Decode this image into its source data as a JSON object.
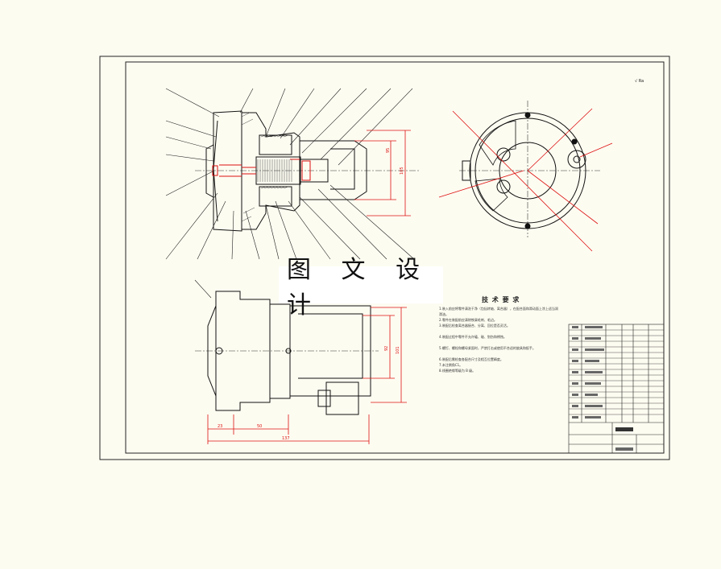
{
  "watermark": {
    "text": "图 文 设 计"
  },
  "drawing": {
    "scale_note": "√ Ra",
    "technical_requirements": {
      "title": "技 术 要 求",
      "items": [
        "1.装入前应将零件清洗干净（包括转轴、离合器），在配合面和滑动面上涂上适当润滑油。",
        "2.零件在装配前应清除铁屑毛刺、毛边。",
        "3.装配后检查离合器接合、分离、回位是否灵活。",
        "4.装配过程中零件不允许磕、碰、划伤和锈蚀。",
        "5.螺钉、螺栓和螺母紧固时，严禁打击或使用不合适的旋具和扳手。",
        "6.装配后需检查各配合尺寸及相互位置精度。",
        "7.未注倒角C1。",
        "8.线圈绝缘等级为 B 级。"
      ]
    },
    "dimensions": {
      "overall_length": "137",
      "left_segment": "23",
      "mid_segment": "50",
      "top_height_1": "95",
      "top_height_2": "105",
      "bottom_height_1": "92",
      "bottom_height_2": "101"
    }
  }
}
